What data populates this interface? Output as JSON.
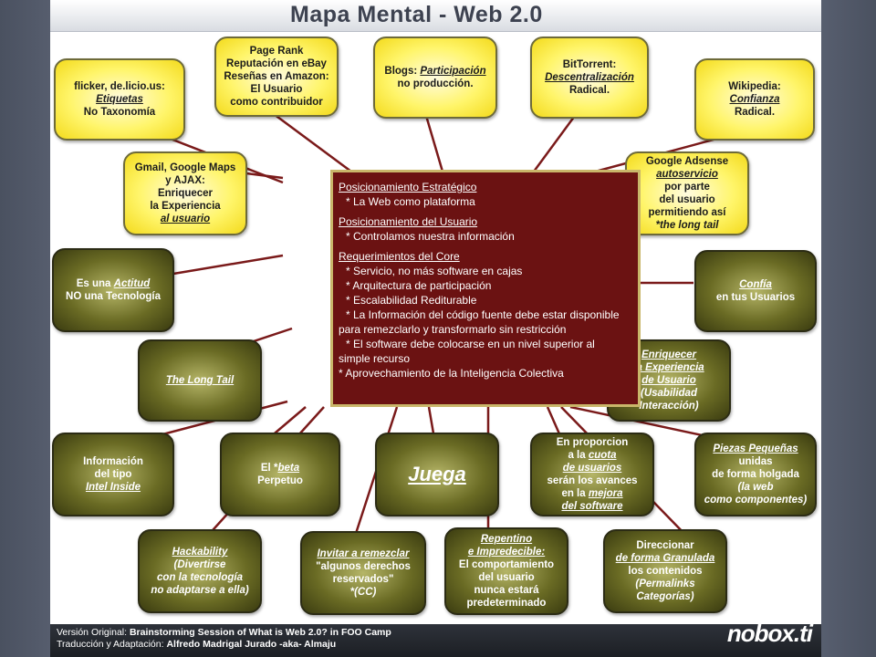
{
  "title": "Mapa Mental - Web 2.0",
  "center": {
    "sections": [
      {
        "heading": "Posicionamiento Estratégico",
        "items": [
          "* La Web como plataforma"
        ]
      },
      {
        "heading": "Posicionamiento del Usuario",
        "items": [
          "* Controlamos nuestra información"
        ]
      },
      {
        "heading": "Requerimientos del Core",
        "items": [
          "* Servicio, no más software en cajas",
          "* Arquitectura de participación",
          "* Escalabilidad Rediturable",
          "* La Información del código fuente debe estar disponible",
          "para remezclarlo y transformarlo sin restricción",
          "* El software debe colocarse en un nivel superior al",
          "simple recurso",
          "* Aprovechamiento de la Inteligencia Colectiva"
        ]
      }
    ]
  },
  "nodes": {
    "flickr": [
      "flicker, de.licio.us:",
      "Etiquetas",
      "No Taxonomía"
    ],
    "pagerank": [
      "Page Rank",
      "Reputación en eBay",
      "Reseñas en Amazon:",
      "El Usuario",
      "como contribuidor"
    ],
    "blogs": [
      "Blogs: ",
      "Participación",
      "no producción."
    ],
    "bittorrent": [
      "BitTorrent:",
      "Descentralización",
      "Radical."
    ],
    "wikipedia": [
      "Wikipedia:",
      "Confianza",
      "Radical."
    ],
    "gmail": [
      "Gmail, Google Maps",
      "y AJAX:",
      "Enriquecer",
      "la Experiencia",
      "al usuario"
    ],
    "adsense": [
      "Google Adsense",
      "autoservicio",
      "por parte",
      "del usuario",
      "permitiendo así",
      "*the long tail"
    ],
    "actitud": [
      "Es una ",
      "Actitud",
      "NO una Tecnología"
    ],
    "confia": [
      "Confía",
      "en tus Usuarios"
    ],
    "longtail": [
      "The Long Tail"
    ],
    "enriquecer": [
      "Enriquecer",
      "la Experiencia",
      "de Usuario",
      "(Usabilidad",
      "Interacción)"
    ],
    "intel": [
      "Información",
      "del tipo",
      "Intel Inside"
    ],
    "beta": [
      "El *",
      "beta",
      "Perpetuo"
    ],
    "juega": [
      "Juega"
    ],
    "proporcion": [
      "En proporcion",
      "a la ",
      "cuota",
      "de usuarios",
      "serán los avances",
      "en la ",
      "mejora",
      "del software"
    ],
    "piezas": [
      "Piezas Pequeñas",
      "unidas",
      "de forma holgada",
      "(la web",
      "como componentes)"
    ],
    "hackability": [
      "Hackability",
      "(Divertirse",
      "con la tecnología",
      "no adaptarse a ella)"
    ],
    "remezclar": [
      "Invitar a remezclar",
      "\"algunos derechos",
      "reservados\"",
      "*(CC)"
    ],
    "repentino": [
      "Repentino",
      "e Impredecible:",
      "El comportamiento",
      "del usuario",
      "nunca estará",
      "predeterminado"
    ],
    "direccionar": [
      "Direccionar",
      "de forma Granulada",
      "los contenidos",
      "(Permalinks",
      "Categorías)"
    ]
  },
  "footer": {
    "line1_label": "Versión Original: ",
    "line1_value": "Brainstorming Session of What is Web 2.0? in FOO Camp",
    "line2_label": "Traducción y Adaptación: ",
    "line2_value": "Alfredo Madrigal Jurado -aka- Almaju",
    "logo": "nobox.ti"
  }
}
